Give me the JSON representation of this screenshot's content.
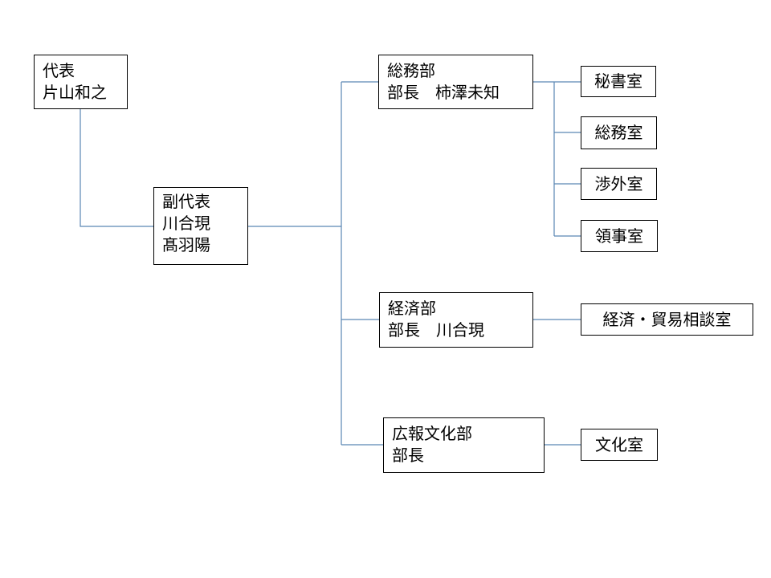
{
  "chart_data": {
    "type": "diagram",
    "root": {
      "title": "代表",
      "name": "片山和之"
    },
    "deputy": {
      "title": "副代表",
      "names": [
        "川合現",
        "髙羽陽"
      ]
    },
    "departments": [
      {
        "name": "総務部",
        "head": "部長　柿澤未知",
        "offices": [
          "秘書室",
          "総務室",
          "渉外室",
          "領事室"
        ]
      },
      {
        "name": "経済部",
        "head": "部長　川合現",
        "offices": [
          "経済・貿易相談室"
        ]
      },
      {
        "name": "広報文化部",
        "head": "部長",
        "offices": [
          "文化室"
        ]
      }
    ]
  },
  "colors": {
    "connector": "#5b87b3",
    "border": "#000000"
  }
}
